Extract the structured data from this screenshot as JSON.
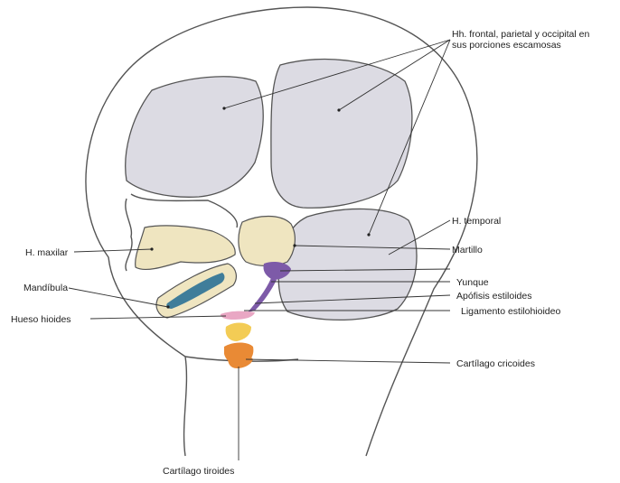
{
  "figure": {
    "labels": {
      "frontal_parietal_occipital_line1": "Hh. frontal, parietal y occipital en",
      "frontal_parietal_occipital_line2": "sus porciones escamosas",
      "temporal": "H. temporal",
      "martillo": "Martillo",
      "yunque": "Yunque",
      "apofisis_estiloides": "Apófisis estiloides",
      "ligamento_estilohioideo": "Ligamento estilohioideo",
      "cartilago_cricoides": "Cartílago cricoides",
      "cartilago_tiroides": "Cartílago tiroides",
      "maxilar": "H. maxilar",
      "mandibula": "Mandíbula",
      "hueso_hioides": "Hueso hioides"
    },
    "colors": {
      "outline": "#555555",
      "membranous_bone": "#dcdbe3",
      "cartilage_bone": "#efe5c0",
      "mandible_core": "#3f7d9a",
      "styloid_purple": "#7d5aa8",
      "hyoid_pink": "#e9a7c4",
      "thyroid_yellow": "#f3cc55",
      "cricoid_orange": "#e98a35"
    },
    "icons": {
      "head": "head-outline-icon",
      "skull_plates": "skull-plate-icon"
    }
  }
}
